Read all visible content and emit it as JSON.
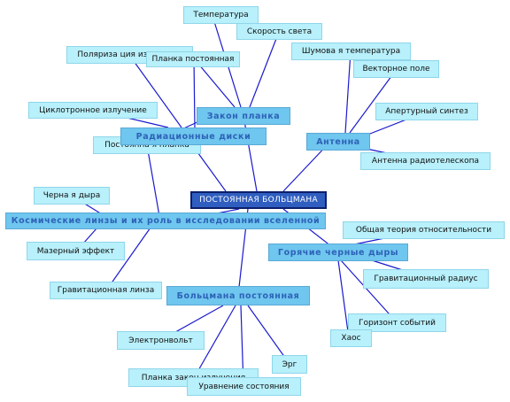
{
  "root": "ПОСТОЯННАЯ БОЛЬЦМАНА",
  "categories": {
    "zakon_planka": "Закон планка",
    "antenna": "Антенна",
    "radiac_diski": "Радиационные диски",
    "kosmich_linzy": "Космические линзы и их роль в исследовании вселенной",
    "goryachie_dyry": "Горячие черные дыры",
    "bolcmana_post": "Больцмана постоянная"
  },
  "leaves": {
    "temperatura": "Температура",
    "skorost_sveta": "Скорость света",
    "polyarizaciya": "Поляриза ция излучения",
    "planka_post": "Планка постоянная",
    "shumovaya_temp": "Шумова я температура",
    "vektornoe_pole": "Векторное поле",
    "ciklotron": "Циклотронное излучение",
    "aperturnyi": "Апертурный синтез",
    "post_planka": "Постоянна я планка",
    "antenna_radio": "Антенна радиотелескопа",
    "chernaya_dyra": "Черна я дыра",
    "obshaya_teoriya": "Общая теория относительности",
    "mazernyi": "Мазерный эффект",
    "grav_radius": "Гравитационный радиус",
    "grav_linza": "Гравитационная линза",
    "gorizont": "Горизонт событий",
    "haos": "Хаос",
    "elektronvolt": "Электронвольт",
    "erg": "Эрг",
    "planka_zakon_izl": "Планка закон излучения",
    "uravnenie": "Уравнение состояния"
  },
  "colors": {
    "leaf_fill": "#b8f0fb",
    "category_fill": "#6fc6ee",
    "category_text": "#2d62b8",
    "root_fill": "#2f5ec0",
    "edge": "#1a1ad0"
  }
}
